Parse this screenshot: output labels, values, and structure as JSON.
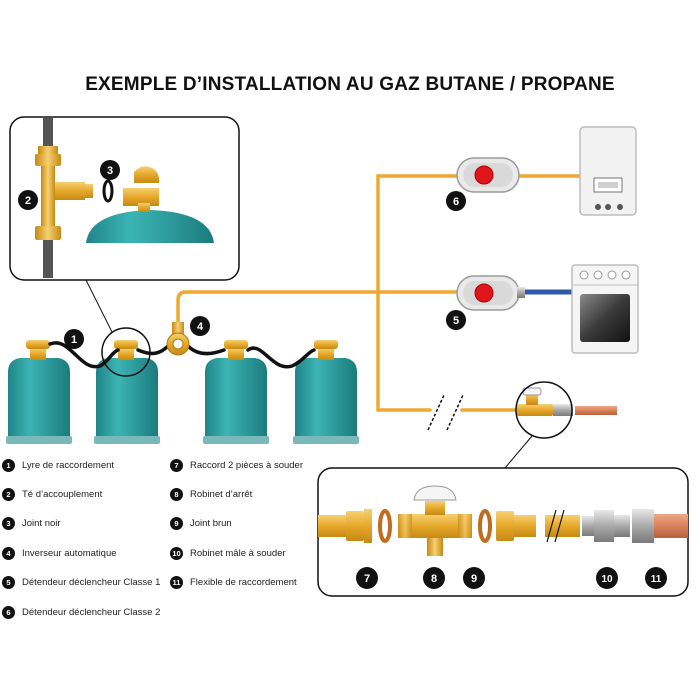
{
  "title": "EXEMPLE D’INSTALLATION AU GAZ BUTANE / PROPANE",
  "legend_left": [
    {
      "num": "1",
      "label": "Lyre de raccordement"
    },
    {
      "num": "2",
      "label": "Té d’accouplement"
    },
    {
      "num": "3",
      "label": "Joint noir"
    },
    {
      "num": "4",
      "label": "Inverseur automatique"
    },
    {
      "num": "5",
      "label": "Détendeur déclencheur Classe 1"
    },
    {
      "num": "6",
      "label": "Détendeur déclencheur Classe 2"
    }
  ],
  "legend_right": [
    {
      "num": "7",
      "label": "Raccord 2 pièces à souder"
    },
    {
      "num": "8",
      "label": "Robinet d’arrêt"
    },
    {
      "num": "9",
      "label": "Joint brun"
    },
    {
      "num": "10",
      "label": "Robinet mâle à souder"
    },
    {
      "num": "11",
      "label": "Flexible de raccordement"
    }
  ],
  "callouts": {
    "c1": "1",
    "c2": "2",
    "c3": "3",
    "c4": "4",
    "c5": "5",
    "c6": "6",
    "c7": "7",
    "c8": "8",
    "c9": "9",
    "c10": "10",
    "c11": "11"
  },
  "colors": {
    "bottle": "#2a9a9c",
    "brass": "#e8b233",
    "gas_pipe": "#f0a830",
    "hose": "#111111",
    "callout": "#111111",
    "detendeur_button": "#e0161b",
    "copper": "#d9825a",
    "flexible": "#2f5aa8"
  }
}
